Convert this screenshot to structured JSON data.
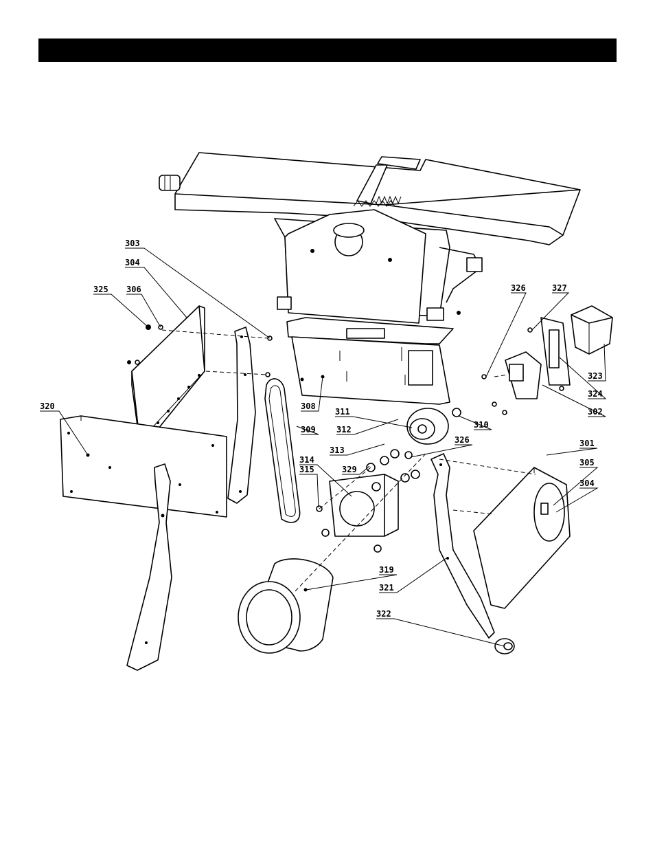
{
  "callouts": [
    {
      "id": "c303",
      "label": "303"
    },
    {
      "id": "c304",
      "label": "304"
    },
    {
      "id": "c325",
      "label": "325"
    },
    {
      "id": "c306",
      "label": "306"
    },
    {
      "id": "c320",
      "label": "320"
    },
    {
      "id": "c326a",
      "label": "326"
    },
    {
      "id": "c327",
      "label": "327"
    },
    {
      "id": "c323",
      "label": "323"
    },
    {
      "id": "c324",
      "label": "324"
    },
    {
      "id": "c302",
      "label": "302"
    },
    {
      "id": "c308",
      "label": "308"
    },
    {
      "id": "c311",
      "label": "311"
    },
    {
      "id": "c310",
      "label": "310"
    },
    {
      "id": "c309",
      "label": "309"
    },
    {
      "id": "c312",
      "label": "312"
    },
    {
      "id": "c326b",
      "label": "326"
    },
    {
      "id": "c313",
      "label": "313"
    },
    {
      "id": "c314",
      "label": "314"
    },
    {
      "id": "c329",
      "label": "329"
    },
    {
      "id": "c315",
      "label": "315"
    },
    {
      "id": "c301",
      "label": "301"
    },
    {
      "id": "c305",
      "label": "305"
    },
    {
      "id": "c304b",
      "label": "304"
    },
    {
      "id": "c319",
      "label": "319"
    },
    {
      "id": "c321",
      "label": "321"
    },
    {
      "id": "c322",
      "label": "322"
    }
  ]
}
